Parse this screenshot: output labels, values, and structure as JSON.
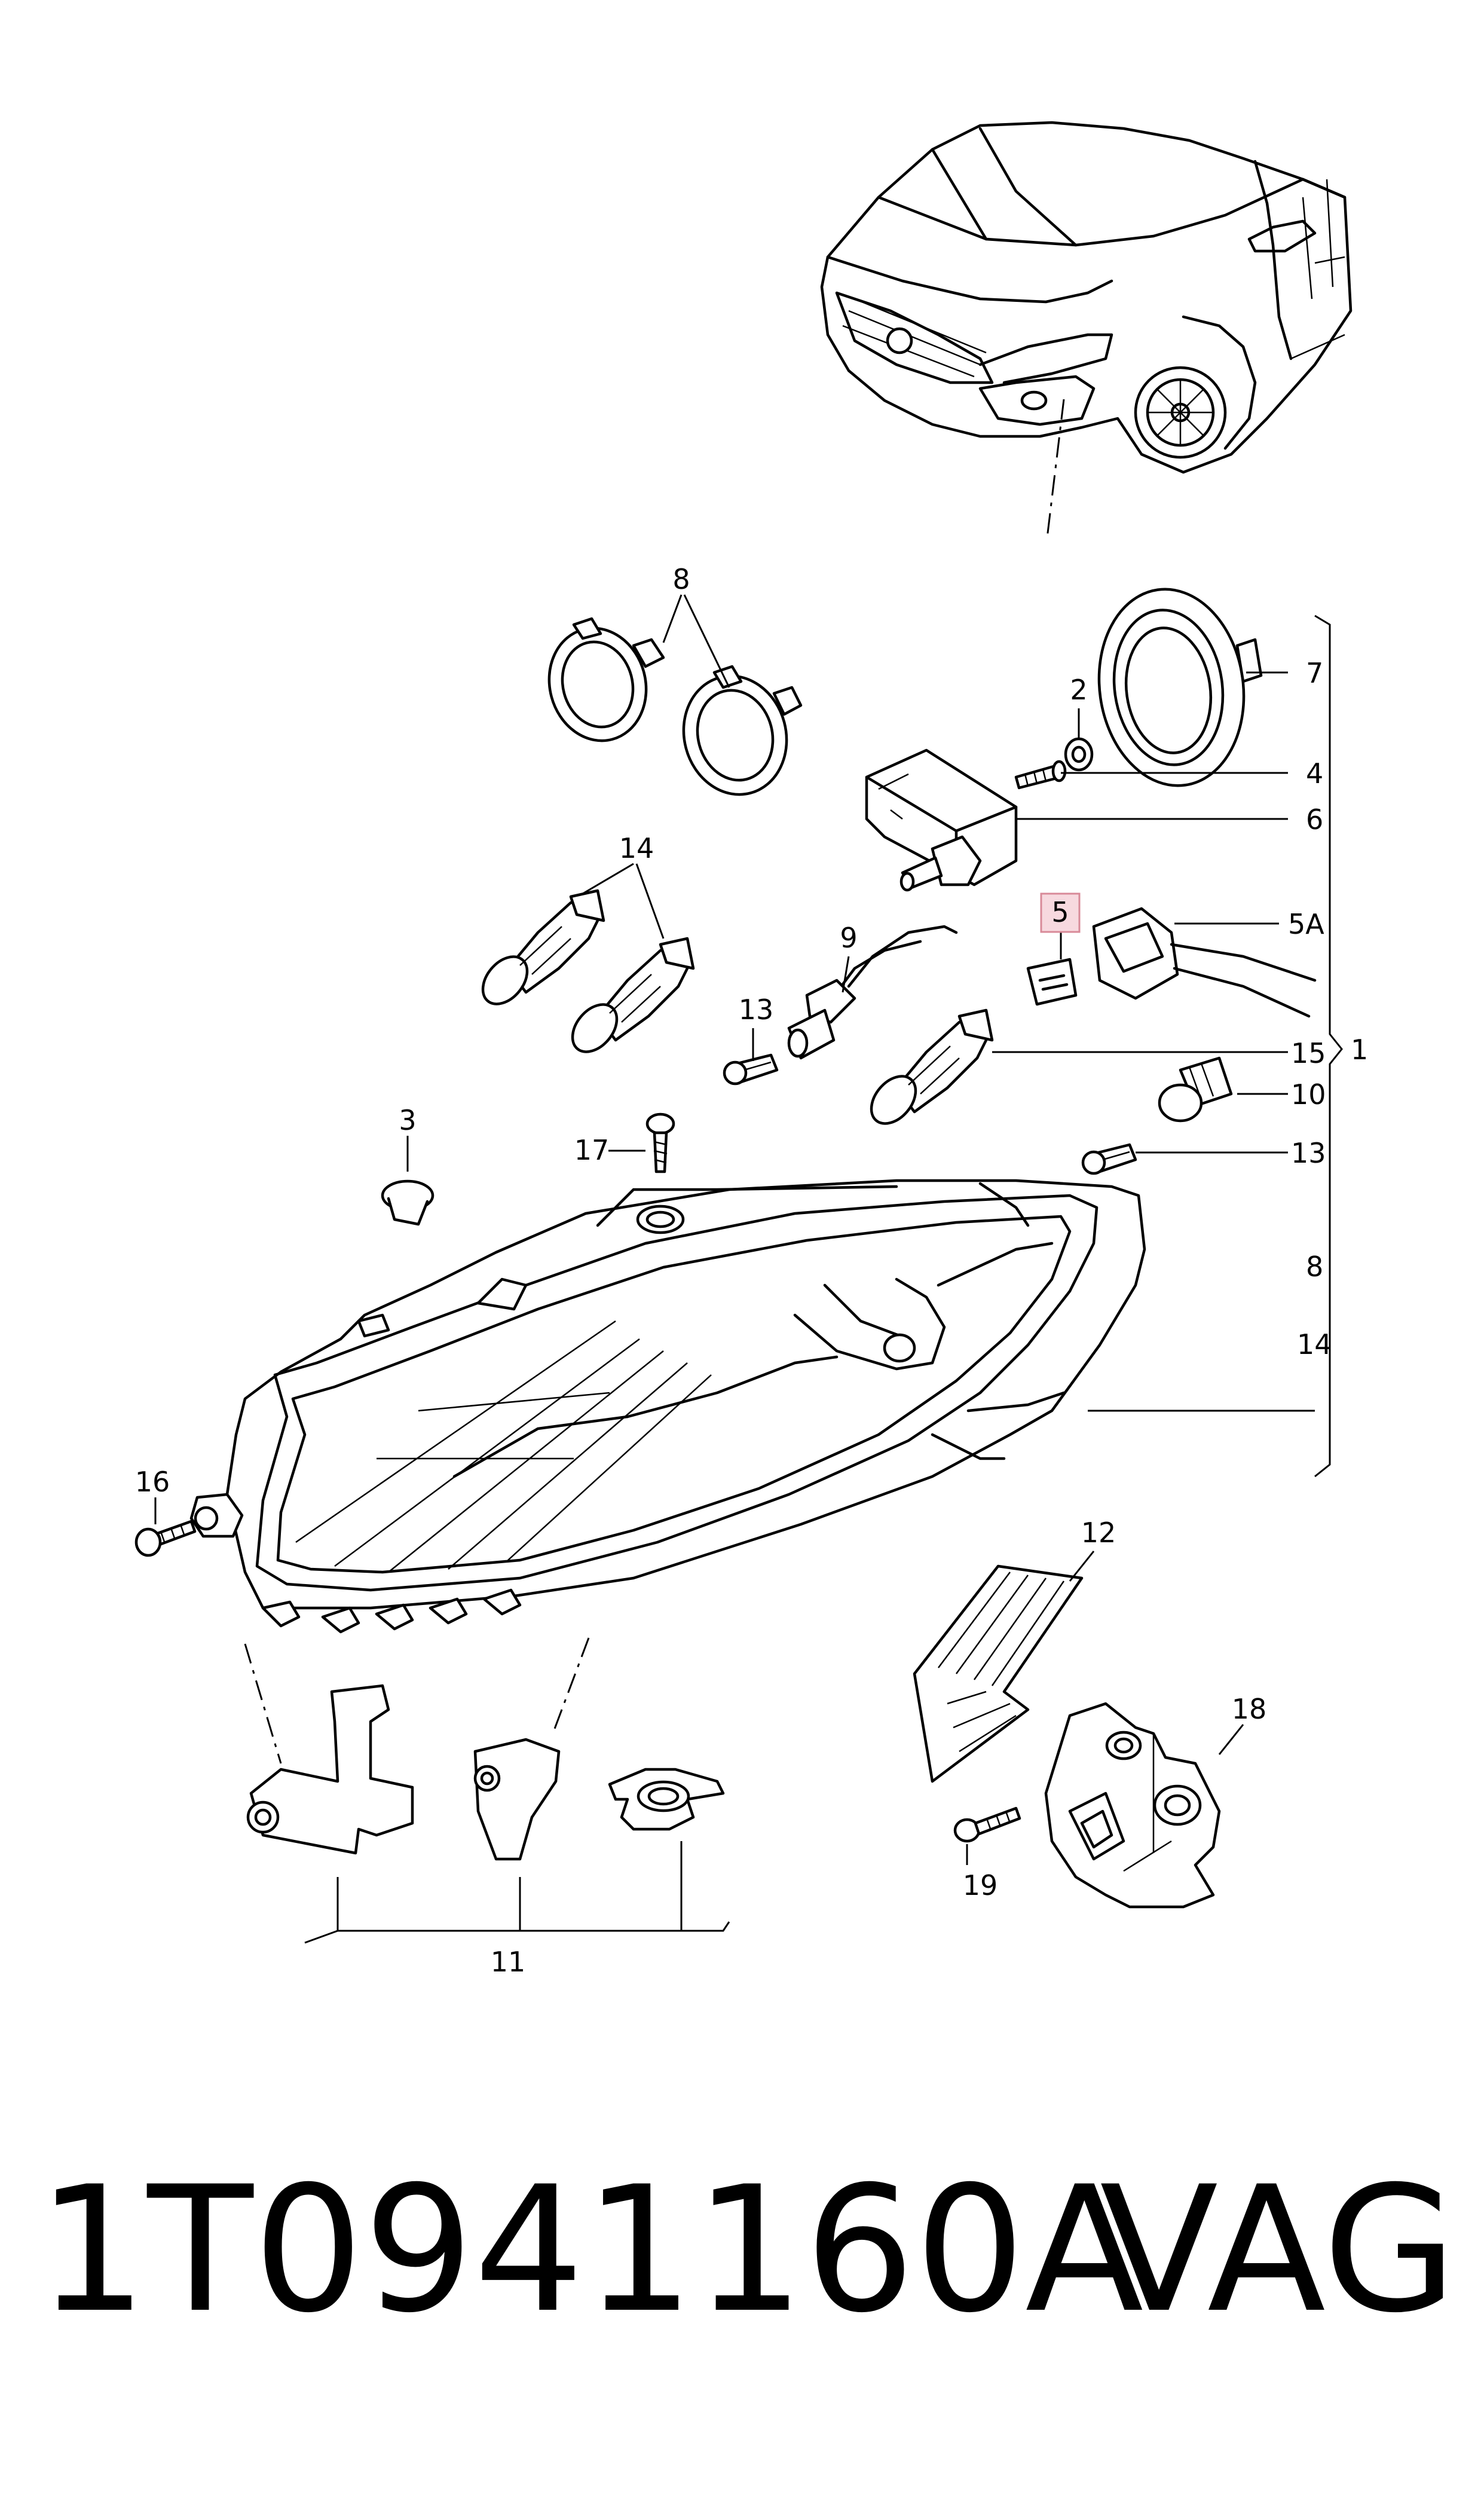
{
  "labels": {
    "l1": "1",
    "l2": "2",
    "l3": "3",
    "l4": "4",
    "l5": "5",
    "l5a": "5A",
    "l6": "6",
    "l7": "7",
    "l8_top": "8",
    "l8_side": "8",
    "l9": "9",
    "l10": "10",
    "l11": "11",
    "l12": "12",
    "l13_left": "13",
    "l13_right": "13",
    "l14_top": "14",
    "l14_side": "14",
    "l15": "15",
    "l16": "16",
    "l17": "17",
    "l18": "18",
    "l19": "19"
  },
  "highlighted_label": "5",
  "footer": {
    "part_number": "1T0941160A",
    "brand": "VAG"
  },
  "colors": {
    "line": "#000000",
    "background": "#ffffff",
    "highlight_fill": "#f7d9df",
    "highlight_border": "#d88a98"
  }
}
